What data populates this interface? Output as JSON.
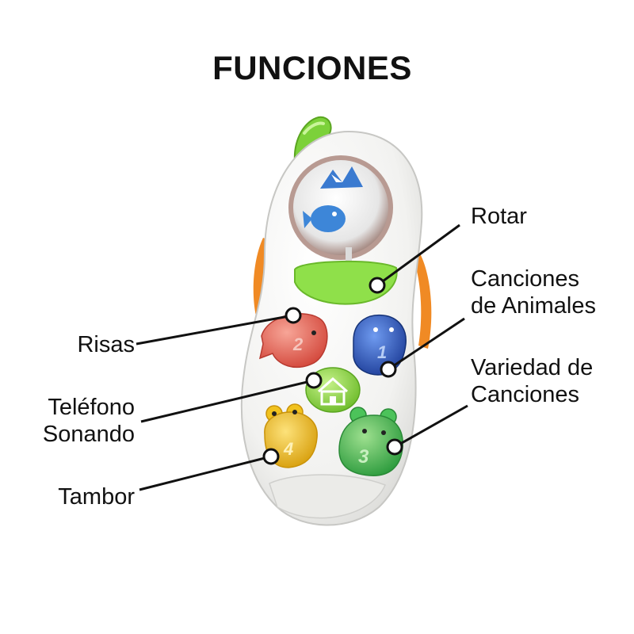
{
  "title": "FUNCIONES",
  "labels": {
    "rotar": "Rotar",
    "canciones_animales_1": "Canciones",
    "canciones_animales_2": "de Animales",
    "variedad_1": "Variedad de",
    "variedad_2": "Canciones",
    "risas": "Risas",
    "telefono_1": "Teléfono",
    "telefono_2": "Sonando",
    "tambor": "Tambor"
  },
  "button_numbers": {
    "fish": "2",
    "penguin": "1",
    "bear": "3",
    "frog": "4"
  },
  "colors": {
    "phone_body": "#f4f4f2",
    "antenna": "#7cd13a",
    "side_grip": "#f08a24",
    "rotate_bar": "#8fe04a",
    "fish_button": "#e86a5a",
    "penguin_button": "#2f5fc4",
    "house_button": "#8ed43c",
    "frog_button": "#f1c21e",
    "bear_button": "#4cc35a",
    "leader_line": "#111111"
  },
  "icons": {
    "house_button": "house-icon",
    "fish_button": "fish-icon",
    "penguin_button": "penguin-icon",
    "frog_button": "frog-icon",
    "bear_button": "bear-icon",
    "rotating_ball": "whale-mountain-ball-icon"
  }
}
